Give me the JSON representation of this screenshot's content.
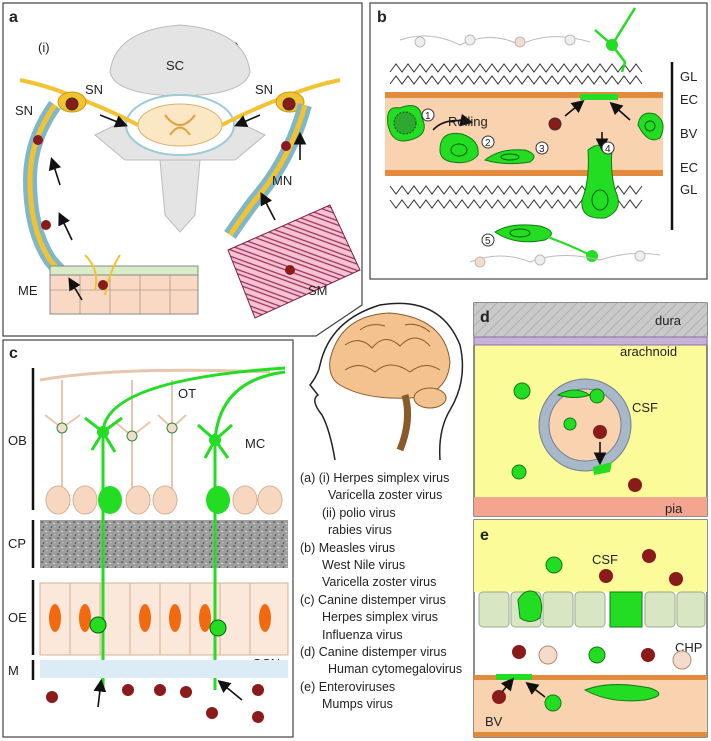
{
  "panels": {
    "a": {
      "letter": "a",
      "sub_i": "(i)",
      "sub_ii": "(ii)",
      "sc": "SC",
      "sn_top_left": "SN",
      "sn_top_right": "SN",
      "sn_left": "SN",
      "mn": "MN",
      "sm": "SM",
      "me": "ME"
    },
    "b": {
      "letter": "b",
      "gl_top": "GL",
      "ec_top": "EC",
      "bv": "BV",
      "ec_bottom": "EC",
      "gl_bottom": "GL",
      "rolling": "Rolling",
      "steps": [
        "1",
        "2",
        "3",
        "4",
        "5"
      ]
    },
    "c": {
      "letter": "c",
      "ot": "OT",
      "ob": "OB",
      "mc": "MC",
      "cp": "CP",
      "oe": "OE",
      "osn": "OSN",
      "m": "M"
    },
    "d": {
      "letter": "d",
      "dura": "dura",
      "arachnoid": "arachnoid",
      "csf": "CSF",
      "pia": "pia"
    },
    "e": {
      "letter": "e",
      "csf": "CSF",
      "chp": "CHP",
      "bv": "BV"
    }
  },
  "legend": [
    {
      "text": "(a) (i) Herpes simplex virus",
      "indent": 0
    },
    {
      "text": "Varicella zoster virus",
      "indent": 1
    },
    {
      "text": "(ii) polio virus",
      "indent": 2
    },
    {
      "text": "rabies virus",
      "indent": 3
    },
    {
      "text": "(b) Measles virus",
      "indent": 0
    },
    {
      "text": "West Nile virus",
      "indent": 2
    },
    {
      "text": "Varicella zoster virus",
      "indent": 2
    },
    {
      "text": "(c) Canine distemper virus",
      "indent": 0
    },
    {
      "text": "Herpes simplex virus",
      "indent": 2
    },
    {
      "text": "Influenza virus",
      "indent": 2
    },
    {
      "text": "(d) Canine distemper virus",
      "indent": 0
    },
    {
      "text": "Human cytomegalovirus",
      "indent": 3
    },
    {
      "text": "(e) Enteroviruses",
      "indent": 0
    },
    {
      "text": "Mumps virus",
      "indent": 2
    }
  ],
  "colors": {
    "neuron_green": "#22dd22",
    "virus": "#8b1a1a",
    "vessel": "#f9d2b0",
    "csf": "#fbfb9a",
    "nerve": "#f2c230"
  }
}
